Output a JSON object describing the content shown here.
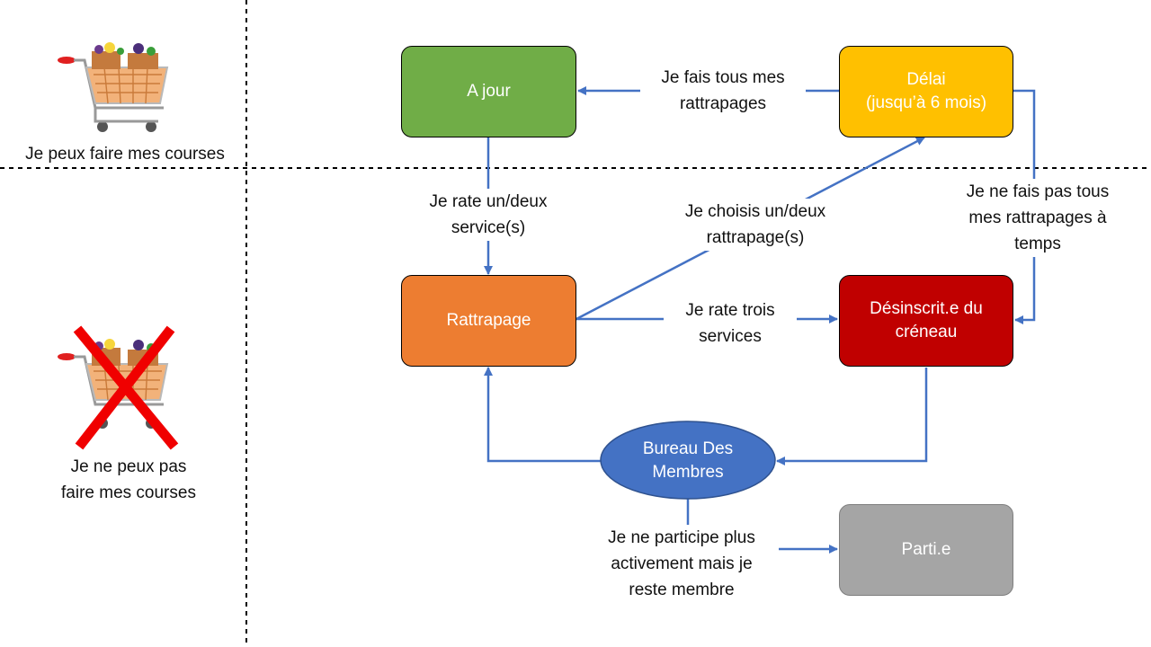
{
  "colors": {
    "a_jour": "#70ad47",
    "delai": "#ffc000",
    "rattrapage": "#ed7d31",
    "desinscrit": "#c00000",
    "bureau": "#4472c4",
    "parti": "#a5a5a5",
    "arrow": "#4472c4"
  },
  "legend": {
    "can_shop": "Je peux faire mes courses",
    "cannot_shop": "Je ne peux pas\nfaire mes courses",
    "icons": [
      "shopping-cart-icon",
      "crossed-shopping-cart-icon"
    ]
  },
  "nodes": {
    "a_jour": "A jour",
    "delai": "Délai\n(jusqu’à 6 mois)",
    "rattrapage": "Rattrapage",
    "desinscrit": "Désinscrit.e du\ncréneau",
    "bureau": "Bureau Des\nMembres",
    "parti": "Parti.e"
  },
  "edges": {
    "delai_to_ajour": "Je fais tous mes\nrattrapages",
    "ajour_to_rattrapage": "Je rate un/deux\nservice(s)",
    "rattrapage_to_delai": "Je choisis un/deux\nrattrapage(s)",
    "delai_to_desinscrit": "Je ne fais pas tous\nmes rattrapages à\ntemps",
    "rattrapage_to_desinscrit": "Je rate trois\nservices",
    "bureau_to_parti": "Je ne participe plus\nactivement mais je\nreste membre"
  }
}
